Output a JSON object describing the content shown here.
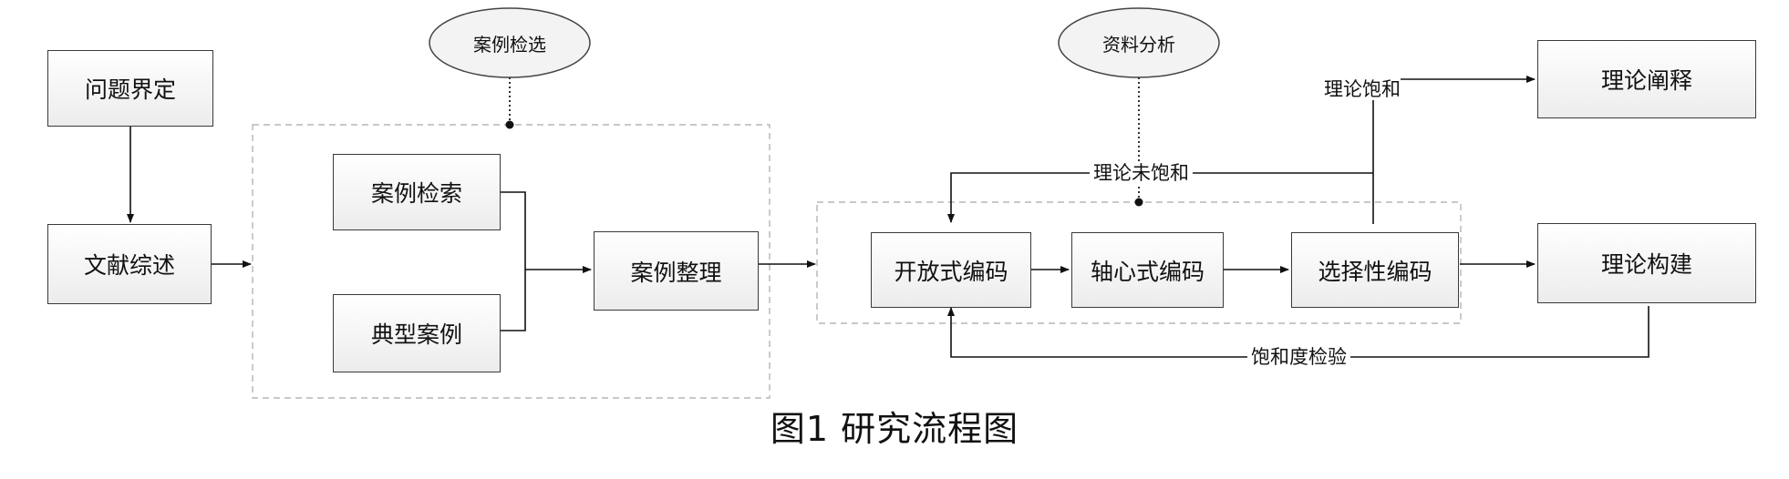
{
  "nodes": {
    "problem_definition": "问题界定",
    "literature_review": "文献综述",
    "case_search": "案例检索",
    "typical_case": "典型案例",
    "case_organize": "案例整理",
    "open_coding": "开放式编码",
    "axial_coding": "轴心式编码",
    "selective_coding": "选择性编码",
    "theory_interpretation": "理论阐释",
    "theory_construction": "理论构建"
  },
  "groups": {
    "case_selection": "案例检选",
    "data_analysis": "资料分析"
  },
  "edge_labels": {
    "theory_saturated": "理论饱和",
    "theory_unsaturated": "理论未饱和",
    "saturation_test": "饱和度检验"
  },
  "caption": "图1  研究流程图"
}
